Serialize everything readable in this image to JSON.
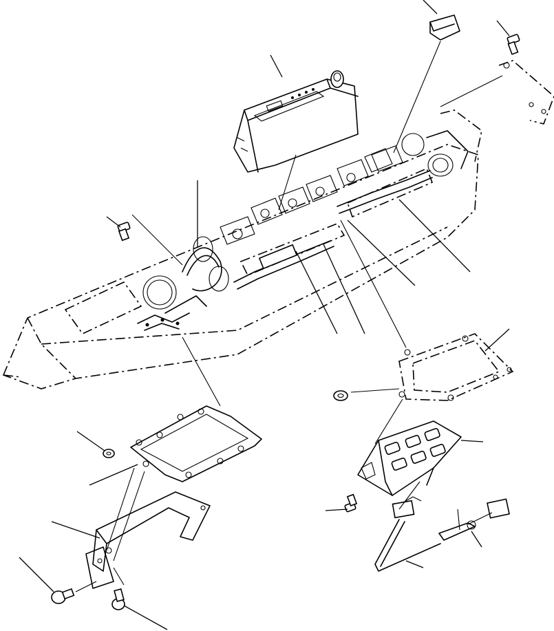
{
  "diagram": {
    "kind": "exploded-parts-view",
    "colors": {
      "line": "#000000",
      "background": "#ffffff"
    },
    "components": [
      {
        "id": "monitor-panel",
        "icon": "monitor-panel-icon"
      },
      {
        "id": "cover-cap",
        "icon": "cap-icon"
      },
      {
        "id": "bolt-top-right",
        "icon": "bolt-icon"
      },
      {
        "id": "bracket-top-right",
        "icon": "bracket-icon"
      },
      {
        "id": "bolt-left",
        "icon": "bolt-icon"
      },
      {
        "id": "dashboard-housing",
        "icon": "dashboard-icon"
      },
      {
        "id": "wiring-harness",
        "icon": "harness-icon"
      },
      {
        "id": "gasket-left",
        "icon": "gasket-icon"
      },
      {
        "id": "nut-left",
        "icon": "nut-icon"
      },
      {
        "id": "handle-bracket",
        "icon": "handle-icon"
      },
      {
        "id": "screw-bottom-left",
        "icon": "screw-icon"
      },
      {
        "id": "screw-bottom",
        "icon": "screw-icon"
      },
      {
        "id": "gasket-right",
        "icon": "gasket-icon"
      },
      {
        "id": "nut-right",
        "icon": "nut-icon"
      },
      {
        "id": "switch-panel",
        "icon": "switch-panel-icon"
      },
      {
        "id": "bolt-switch-panel",
        "icon": "bolt-icon"
      },
      {
        "id": "connector-cable",
        "icon": "connector-icon"
      },
      {
        "id": "plug-connector",
        "icon": "plug-icon"
      }
    ]
  }
}
